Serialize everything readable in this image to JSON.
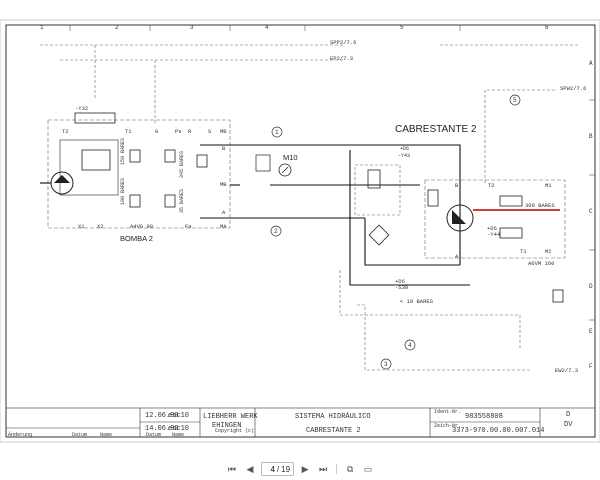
{
  "viewer": {
    "current_page": "4",
    "page_separator": "/",
    "page_total": "19",
    "icons": [
      "first-page-icon",
      "prev-page-icon",
      "next-page-icon",
      "last-page-icon",
      "copy-page-icon",
      "fit-page-icon"
    ]
  },
  "drawing": {
    "grid_columns": [
      "1",
      "2",
      "3",
      "4",
      "5",
      "6"
    ],
    "grid_rows": [
      "A",
      "B",
      "C",
      "D",
      "E",
      "F"
    ],
    "line_refs": {
      "spp2": "SPP2/7.6",
      "ep2": "EP2/7.3",
      "spw2": "SPW2/7.6",
      "ew2": "EW2/7.3"
    },
    "titles": {
      "pump": "BOMBA 2",
      "winch": "CABRESTANTE 2",
      "gauge": "M10",
      "pump_model": "A4VG 90",
      "motor_model": "A6VM 160"
    },
    "pressures": {
      "p1": "100 BARES",
      "p2": "150 BARES",
      "p3": "345 BARES",
      "p4": "35 BARES",
      "p5": "300 BARES",
      "p6": "< 10 BARES"
    },
    "ports": {
      "t2": "T2",
      "t1": "T1",
      "x1": "X1",
      "x2": "X2",
      "g": "G",
      "ps": "Ps",
      "r": "R",
      "s": "S",
      "mb": "MB",
      "ma": "MA",
      "b": "B",
      "a": "A",
      "fa": "Fa",
      "m1": "M1",
      "m2": "M2"
    },
    "valves": {
      "y32": "-Y32",
      "d6_y43_top": "+D6",
      "d6_y43_bot": "-Y43",
      "d6_y44_top": "+D6",
      "d6_y44_bot": "-Y44",
      "d6_s38_top": "+D6",
      "d6_s38_bot": "-S38"
    },
    "numbers": [
      "1",
      "2",
      "3",
      "4",
      "5"
    ]
  },
  "title_block": {
    "date1": "12.06.08",
    "user1": "esc10",
    "date2": "14.06.08",
    "user2": "esc10",
    "company": "LIEBHERR WERK",
    "city": "EHINGEN",
    "copyright": "Copyright (c)",
    "title1": "SISTEMA HIDRÁULICO",
    "title2": "CABRESTANTE 2",
    "ident_label": "Ident-Nr.",
    "ident_no": "983558808",
    "drawing_label": "Zeich-Nr.",
    "drawing_no": "3373-970.00.00.007.014",
    "sheet_marker": "D",
    "sheet_marker2": "DV",
    "rev_headers": [
      "Änderung",
      "Datum",
      "Name",
      "",
      "Datum",
      "Name"
    ]
  }
}
